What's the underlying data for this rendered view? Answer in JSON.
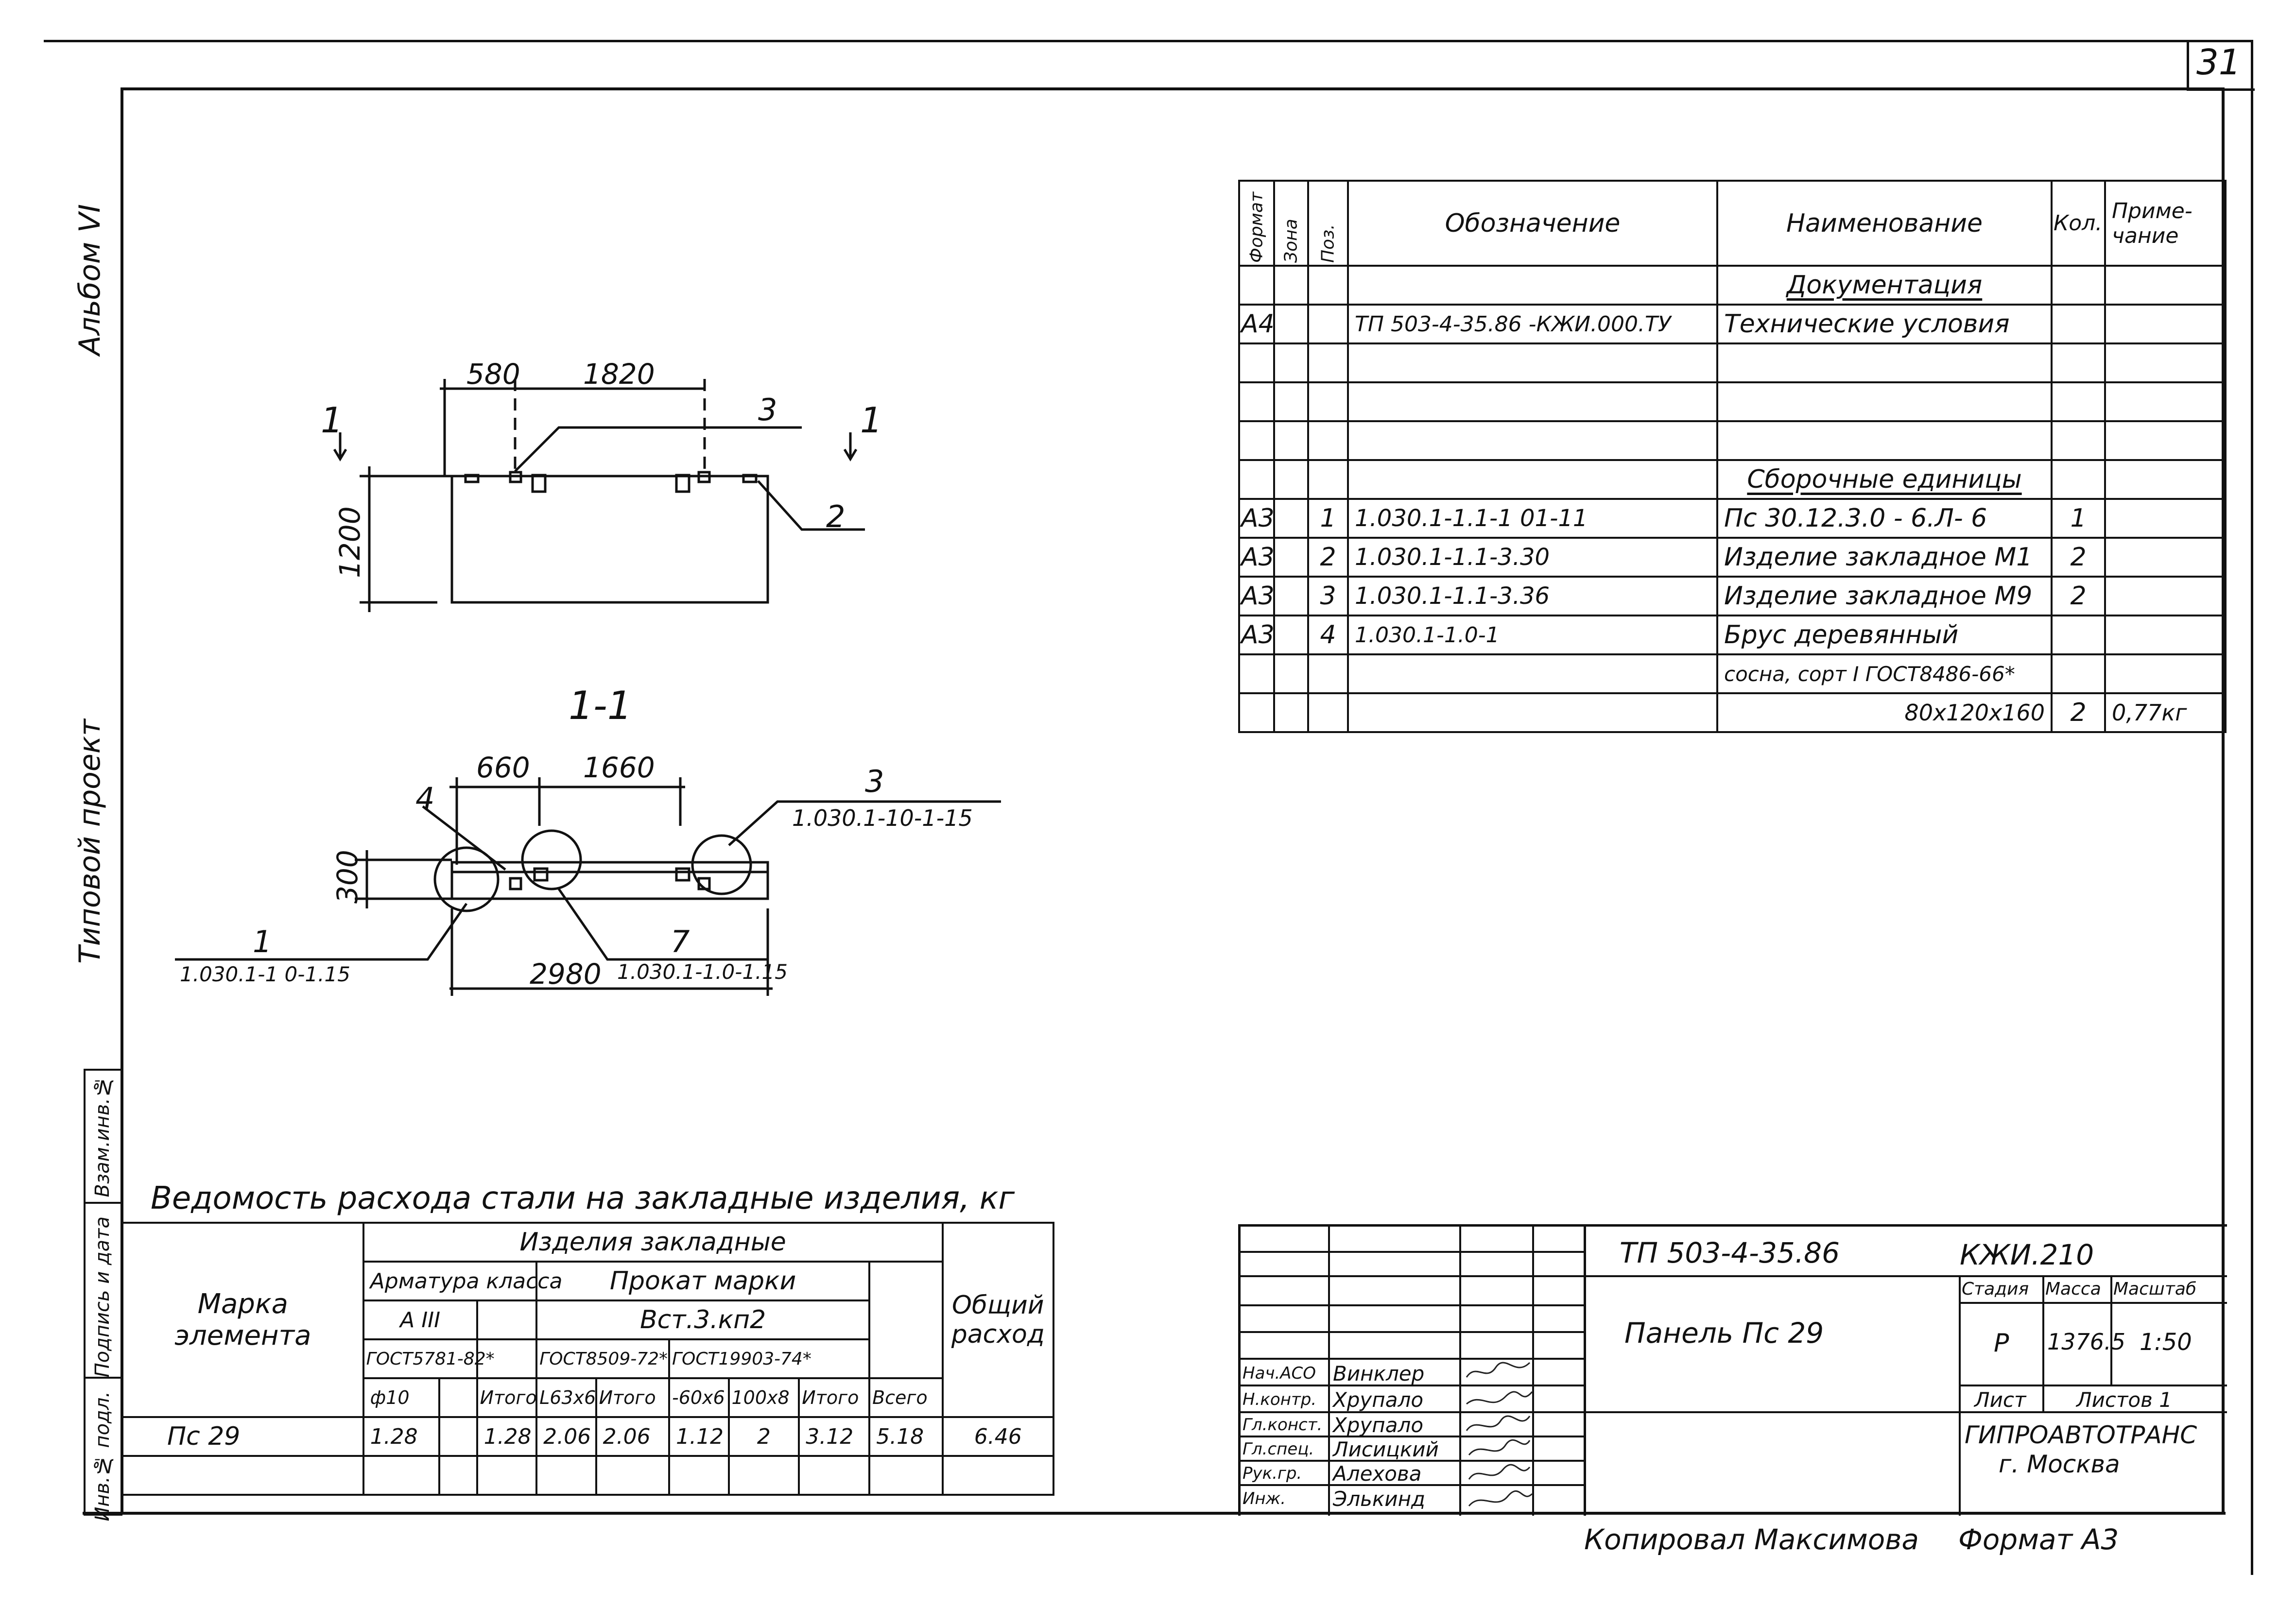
{
  "page_number": "31",
  "side_labels": {
    "album": "Альбом VI",
    "project": "Типовой проект"
  },
  "stamp_column": [
    "Инв.№ подл.",
    "Подпись и дата",
    "Взам.инв.№"
  ],
  "drawing": {
    "top_view": {
      "dim_a": "580",
      "dim_b": "1820",
      "height": "1200",
      "pos_3": "3",
      "pos_2": "2",
      "cut_left": "1",
      "cut_right": "1"
    },
    "section": {
      "title": "1-1",
      "dim_a": "660",
      "dim_b": "1660",
      "length": "2980",
      "height": "300",
      "pos_4": "4",
      "pos_3": "3",
      "pos_3_ref": "1.030.1-10-1-15",
      "pos_1": "1",
      "pos_1_ref": "1.030.1-1 0-1.15",
      "pos_7": "7",
      "pos_7_ref": "1.030.1-1.0-1.15"
    }
  },
  "spec_table": {
    "headers": {
      "format": "Формат",
      "zone": "Зона",
      "pos": "Поз.",
      "designation": "Обозначение",
      "name": "Наименование",
      "qty": "Кол.",
      "note": "Приме-чание"
    },
    "section_documentation": "Документация",
    "doc_row": {
      "format": "А4",
      "designation": "ТП 503-4-35.86   -КЖИ.000.ТУ",
      "name": "Технические условия"
    },
    "section_assembly": "Сборочные единицы",
    "rows": [
      {
        "format": "А3",
        "pos": "1",
        "designation": "1.030.1-1.1-1 01-11",
        "name": "Пс 30.12.3.0 - 6.Л- 6",
        "qty": "1",
        "note": ""
      },
      {
        "format": "А3",
        "pos": "2",
        "designation": "1.030.1-1.1-3.30",
        "name": "Изделие закладное М1",
        "qty": "2",
        "note": ""
      },
      {
        "format": "А3",
        "pos": "3",
        "designation": "1.030.1-1.1-3.36",
        "name": "Изделие закладное М9",
        "qty": "2",
        "note": ""
      },
      {
        "format": "А3",
        "pos": "4",
        "designation": "1.030.1-1.0-1",
        "name": "Брус деревянный",
        "qty": "",
        "note": ""
      },
      {
        "format": "",
        "pos": "",
        "designation": "",
        "name": "сосна, сорт I ГОСТ8486-66*",
        "qty": "",
        "note": ""
      },
      {
        "format": "",
        "pos": "",
        "designation": "",
        "name": "80х120х160",
        "qty": "2",
        "note": "0,77кг"
      }
    ]
  },
  "steel_table": {
    "title": "Ведомость расхода стали на закладные изделия, кг",
    "mark_header": "Марка элемента",
    "group_header": "Изделия закладные",
    "rebar_header": "Арматура класса",
    "rolled_header": "Прокат марки",
    "rebar_class": "A III",
    "rolled_grade": "Вст.3.кп2",
    "total_header": "Общий расход",
    "std_1": "ГОСТ5781-82*",
    "std_2": "ГОСТ8509-72*",
    "std_3": "ГОСТ19903-74*",
    "cols": [
      "ф10",
      "",
      "Итого",
      "L63х6",
      "Итого",
      "-60х6",
      "100х8",
      "Итого",
      "Всего"
    ],
    "row": {
      "mark": "Пс 29",
      "values": [
        "1.28",
        "",
        "1.28",
        "2.06",
        "2.06",
        "1.12",
        "2",
        "3.12",
        "5.18"
      ],
      "total": "6.46"
    }
  },
  "title_block": {
    "code": "ТП 503-4-35.86",
    "doc_code": "КЖИ.210",
    "item_name": "Панель Пс 29",
    "stage_label": "Стадия",
    "mass_label": "Масса",
    "scale_label": "Масштаб",
    "stage": "Р",
    "mass": "1376.5",
    "scale": "1:50",
    "sheet_label": "Лист",
    "sheets_label": "Листов 1",
    "org": "ГИПРОАВТОТРАНС",
    "city": "г. Москва",
    "signers": [
      {
        "role": "Нач.АСО",
        "name": "Винклер"
      },
      {
        "role": "Н.контр.",
        "name": "Хрупало"
      },
      {
        "role": "Гл.конст.",
        "name": "Хрупало"
      },
      {
        "role": "Гл.спец.",
        "name": "Лисицкий"
      },
      {
        "role": "Рук.гр.",
        "name": "Алехова"
      },
      {
        "role": "Инж.",
        "name": "Элькинд"
      }
    ]
  },
  "footer": {
    "copied": "Копировал Максимова",
    "format": "Формат А3"
  }
}
